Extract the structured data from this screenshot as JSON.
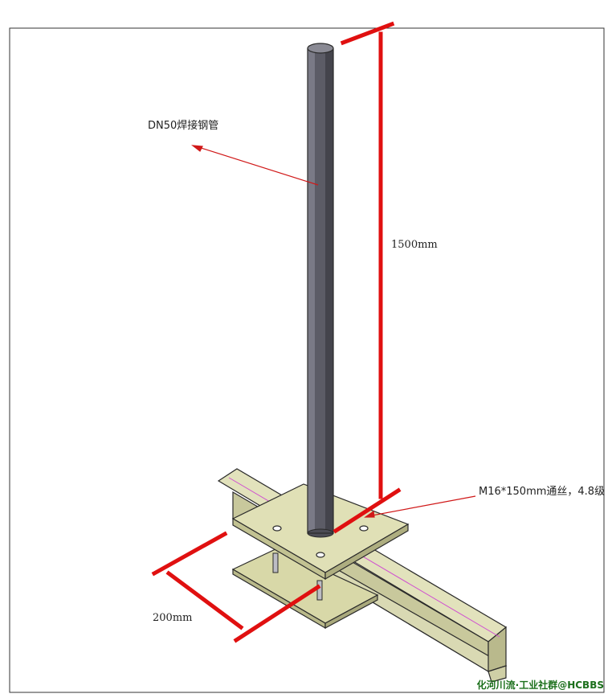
{
  "labels": {
    "pipe": "DN50焊接钢管",
    "height": "1500mm",
    "bolt": "M16*150mm通丝，4.8级",
    "width": "200mm"
  },
  "watermark": "化河川流·工业社群@HCBBS",
  "colors": {
    "dimension": "#e01010",
    "leader": "#d01818",
    "pipe": "#5c5c66",
    "plate": "#ddddb0",
    "beam": "#d9d9b3",
    "beam_center_line": "#d04fd0",
    "outline": "#2a2a2a"
  }
}
